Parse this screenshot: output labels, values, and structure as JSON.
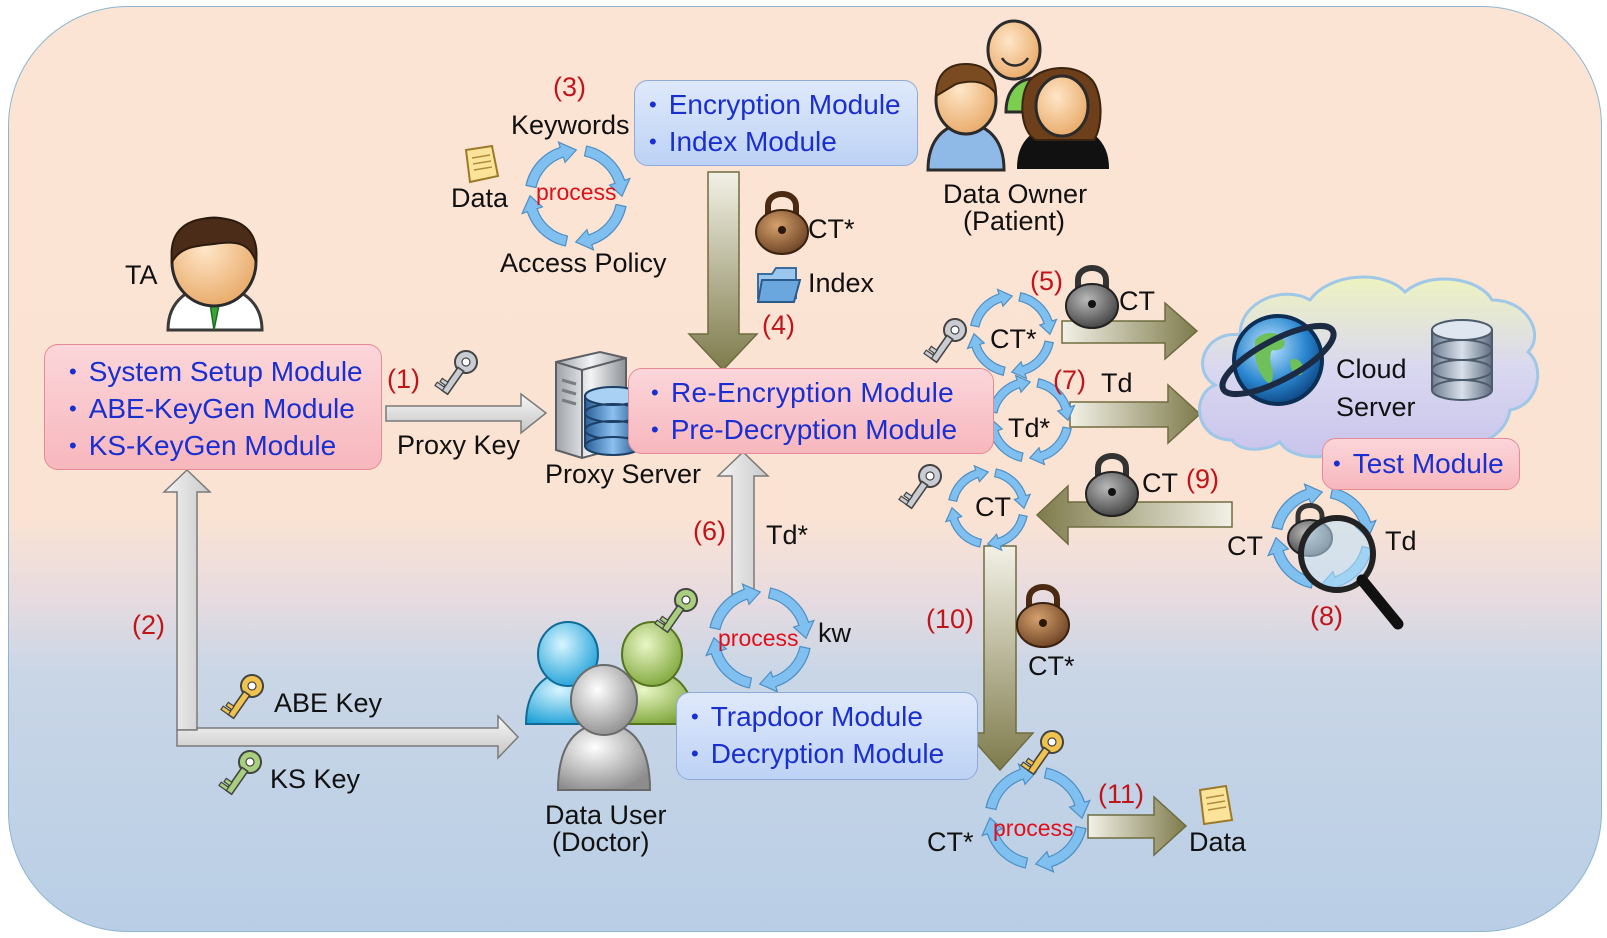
{
  "ta": {
    "label": "TA",
    "modules": [
      "System Setup Module",
      "ABE-KeyGen Module",
      "KS-KeyGen Module"
    ]
  },
  "data_owner": {
    "modules": [
      "Encryption Module",
      "Index Module"
    ],
    "label_line1": "Data Owner",
    "label_line2": "(Patient)"
  },
  "owner_process": {
    "step": "(3)",
    "keywords": "Keywords",
    "data": "Data",
    "process": "process",
    "access_policy": "Access Policy"
  },
  "upload": {
    "ct_star": "CT*",
    "index": "Index",
    "step": "(4)"
  },
  "proxy": {
    "modules": [
      "Re-Encryption Module",
      "Pre-Decryption Module"
    ],
    "label": "Proxy Server",
    "key_step": "(1)",
    "key_label": "Proxy Key"
  },
  "cloud": {
    "label_line1": "Cloud",
    "label_line2": "Server",
    "module": "Test Module"
  },
  "step5": {
    "step": "(5)",
    "in": "CT*",
    "out": "CT"
  },
  "step7": {
    "step": "(7)",
    "in": "Td*",
    "out": "Td"
  },
  "step9": {
    "step": "(9)",
    "in": "CT",
    "out": "CT"
  },
  "step8": {
    "step": "(8)",
    "left": "CT",
    "right": "Td"
  },
  "step6": {
    "step": "(6)",
    "label": "Td*"
  },
  "step2": {
    "step": "(2)",
    "abe_key": "ABE Key",
    "ks_key": "KS Key"
  },
  "data_user": {
    "modules": [
      "Trapdoor Module",
      "Decryption Module"
    ],
    "label_line1": "Data User",
    "label_line2": "(Doctor)",
    "process": "process",
    "kw": "kw"
  },
  "step10": {
    "step": "(10)",
    "label": "CT*"
  },
  "step11": {
    "step": "(11)",
    "in": "CT*",
    "process": "process",
    "out": "Data"
  },
  "colors": {
    "pink_box": "#f7b7bd",
    "blue_box": "#c4d7f6",
    "module_text": "#1a2fd0",
    "step_text": "#c0151b",
    "process_text": "#e0101a",
    "cycle_arrow": "#7fc0f0"
  }
}
